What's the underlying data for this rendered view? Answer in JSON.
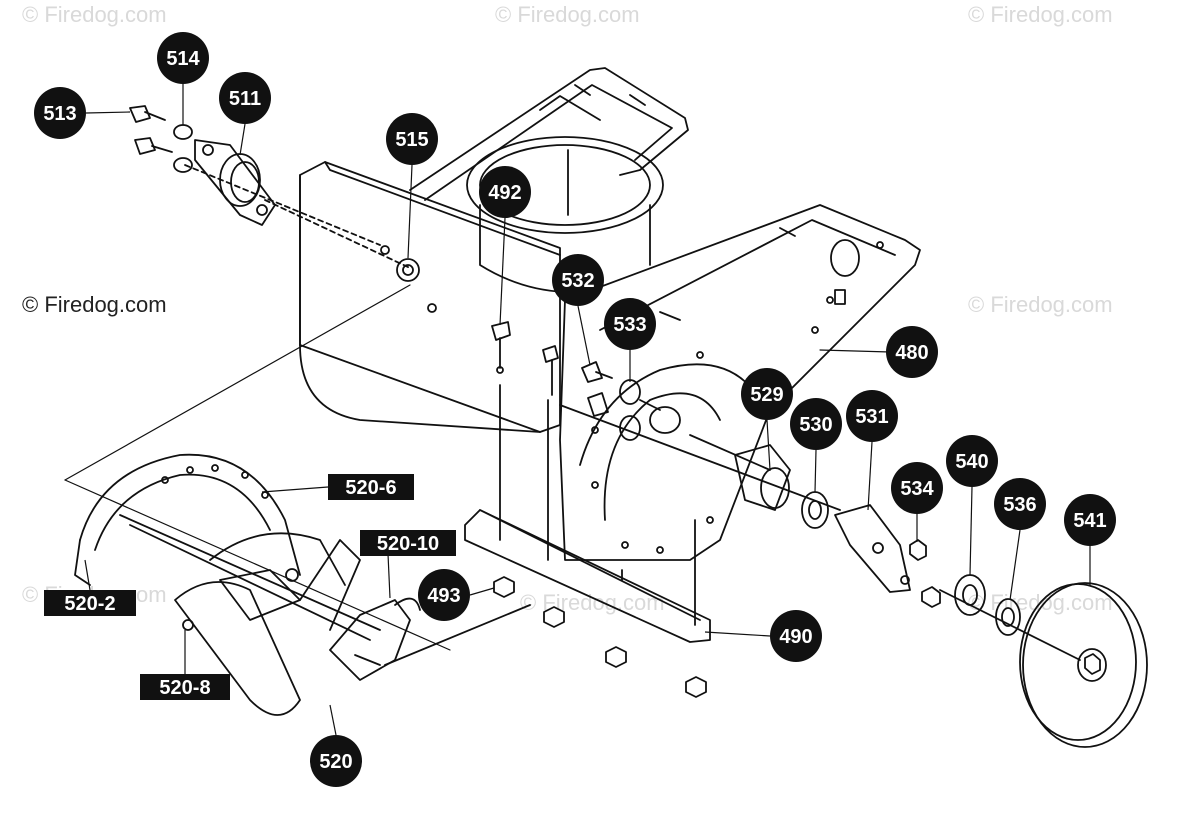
{
  "watermark": {
    "text": "© Firedog.com",
    "color": "#d9d9d9",
    "label_color": "#1a1a1a"
  },
  "callouts_round": [
    {
      "id": "c513",
      "label": "513"
    },
    {
      "id": "c514",
      "label": "514"
    },
    {
      "id": "c511",
      "label": "511"
    },
    {
      "id": "c515",
      "label": "515"
    },
    {
      "id": "c492",
      "label": "492"
    },
    {
      "id": "c532",
      "label": "532"
    },
    {
      "id": "c533",
      "label": "533"
    },
    {
      "id": "c480",
      "label": "480"
    },
    {
      "id": "c529",
      "label": "529"
    },
    {
      "id": "c530",
      "label": "530"
    },
    {
      "id": "c531",
      "label": "531"
    },
    {
      "id": "c534",
      "label": "534"
    },
    {
      "id": "c540",
      "label": "540"
    },
    {
      "id": "c536",
      "label": "536"
    },
    {
      "id": "c541",
      "label": "541"
    },
    {
      "id": "c493",
      "label": "493"
    },
    {
      "id": "c490",
      "label": "490"
    },
    {
      "id": "c520",
      "label": "520"
    }
  ],
  "callouts_box": [
    {
      "id": "b520_6",
      "label": "520-6"
    },
    {
      "id": "b520_10",
      "label": "520-10"
    },
    {
      "id": "b520_2",
      "label": "520-2"
    },
    {
      "id": "b520_8",
      "label": "520-8"
    }
  ]
}
